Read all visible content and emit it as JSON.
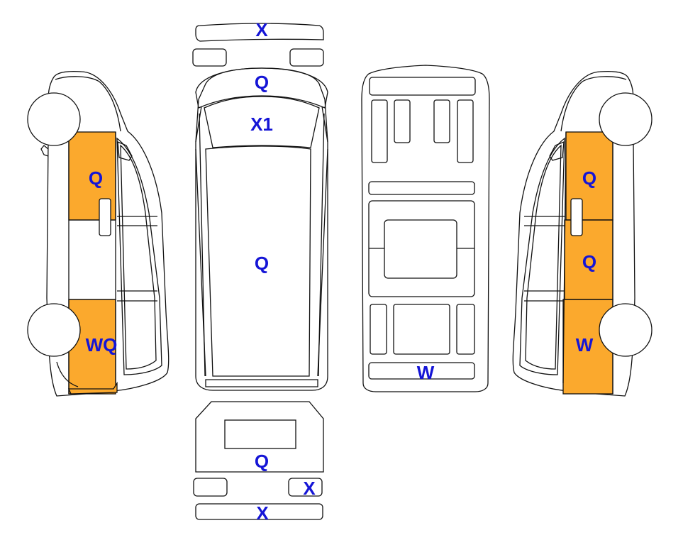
{
  "colors": {
    "damage_fill": "#FBA92D",
    "label": "#1515D6",
    "outline": "#111111",
    "background": "#FFFFFF"
  },
  "views": {
    "left_side": {
      "labels": {
        "upper_front": "Q",
        "rear_lower": "WQ"
      },
      "damaged_panels": [
        "upper_front",
        "rear_lower"
      ]
    },
    "top_front": {
      "labels": {
        "front_bumper": "X",
        "hood": "Q",
        "windshield": "X1",
        "roof": "Q"
      },
      "damaged_panels": [
        "front_bumper",
        "hood",
        "windshield",
        "roof"
      ]
    },
    "underbody": {
      "labels": {
        "rear_strip": "W"
      },
      "damaged_panels": [
        "rear_strip"
      ]
    },
    "right_side": {
      "labels": {
        "upper_front": "Q",
        "middle": "Q",
        "rear_lower": "W"
      },
      "damaged_panels": [
        "upper_front",
        "middle",
        "rear_lower"
      ]
    },
    "rear": {
      "labels": {
        "tailgate": "Q",
        "right_lamp": "X",
        "rear_bumper": "X"
      },
      "damaged_panels": [
        "tailgate",
        "right_lamp",
        "rear_bumper"
      ]
    }
  }
}
